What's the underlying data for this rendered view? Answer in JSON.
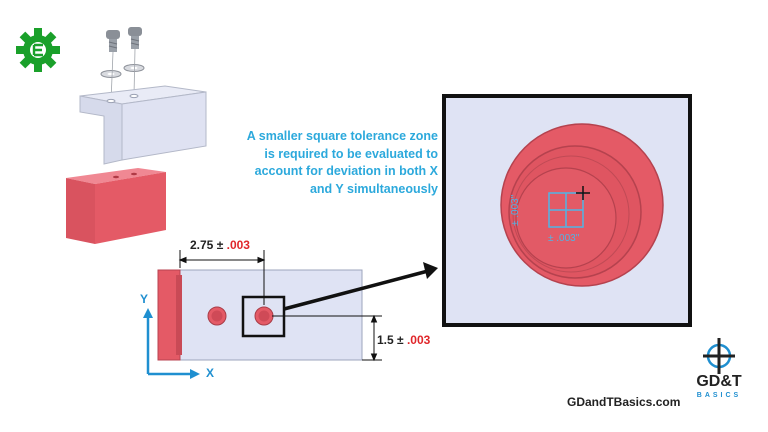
{
  "callout_lines": [
    "A smaller square tolerance zone",
    "is required to be evaluated to",
    "account for deviation in both X",
    "and Y simultaneously"
  ],
  "dim_horizontal": {
    "value": "2.75 ±",
    "tol": ".003"
  },
  "dim_vertical": {
    "value": "1.5 ±",
    "tol": ".003"
  },
  "axes": {
    "y": "Y",
    "x": "X"
  },
  "zone_labels": {
    "horizontal": "± .003\"",
    "vertical": "± .003\""
  },
  "website": "GDandTBasics.com",
  "brand": {
    "name": "GD&T",
    "tagline": "BASICS"
  },
  "colors": {
    "accent_blue": "#2ca9dc",
    "tolerance_red": "#e0262a",
    "part_red": "#e45a66",
    "part_blue": "#dfe3f4",
    "logo_green": "#1aa02a"
  },
  "icons": {
    "app": "gear-logo-icon"
  }
}
